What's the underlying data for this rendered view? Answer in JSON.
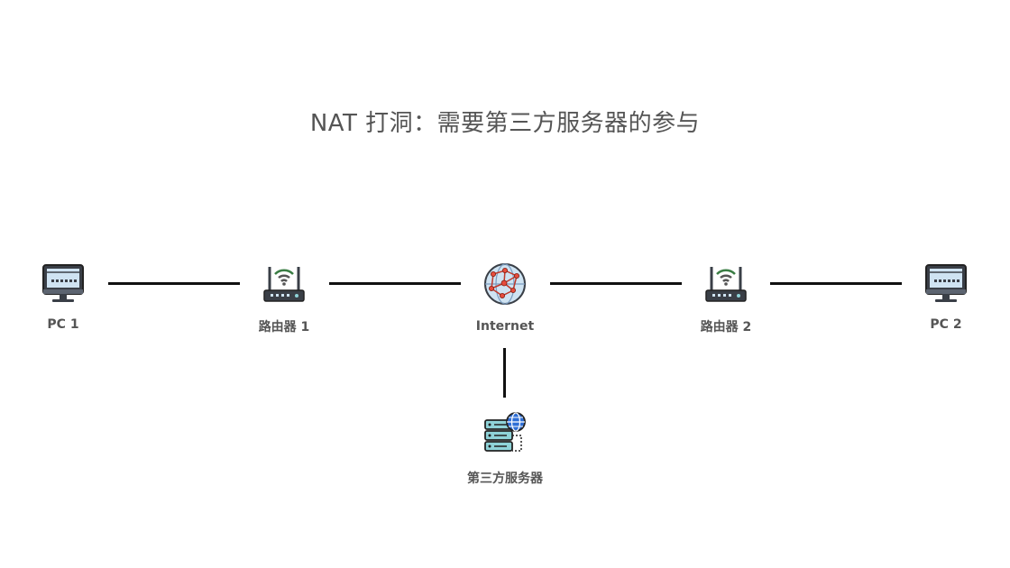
{
  "title": "NAT 打洞：需要第三方服务器的参与",
  "nodes": {
    "pc1": {
      "label": "PC 1",
      "icon": "monitor-icon"
    },
    "router1": {
      "label": "路由器 1",
      "icon": "router-icon"
    },
    "internet": {
      "label": "Internet",
      "icon": "globe-network-icon"
    },
    "router2": {
      "label": "路由器 2",
      "icon": "router-icon"
    },
    "pc2": {
      "label": "PC 2",
      "icon": "monitor-icon"
    },
    "server": {
      "label": "第三方服务器",
      "icon": "server-globe-icon"
    }
  },
  "edges": [
    [
      "PC 1",
      "路由器 1"
    ],
    [
      "路由器 1",
      "Internet"
    ],
    [
      "Internet",
      "路由器 2"
    ],
    [
      "路由器 2",
      "PC 2"
    ],
    [
      "Internet",
      "第三方服务器"
    ]
  ],
  "colors": {
    "line": "#111111",
    "text": "#555555",
    "screen": "#cfe3f2",
    "accent_blue": "#2f6fd6",
    "accent_teal": "#8fd3d8"
  }
}
